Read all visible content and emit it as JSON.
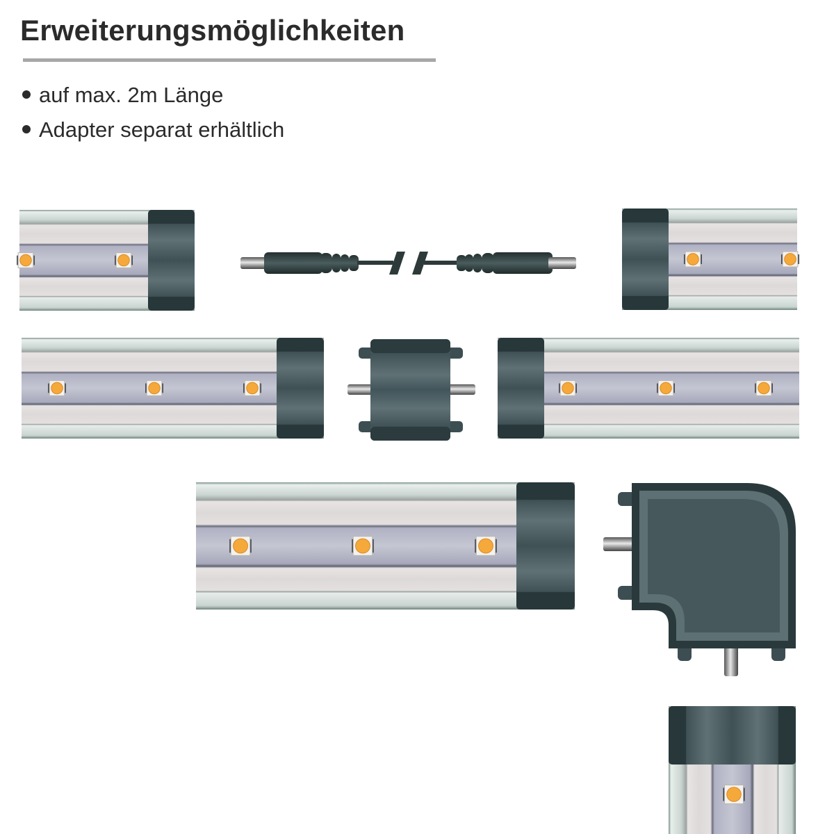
{
  "title": "Erweiterungsmöglichkeiten",
  "bullets": [
    "auf max. 2m Länge",
    "Adapter separat erhältlich"
  ],
  "colors": {
    "cap": "#46585c",
    "cap_dark": "#27373a",
    "led": "#f5a93a",
    "strip": "#a9abc0",
    "profile": "#e6e6e6"
  }
}
